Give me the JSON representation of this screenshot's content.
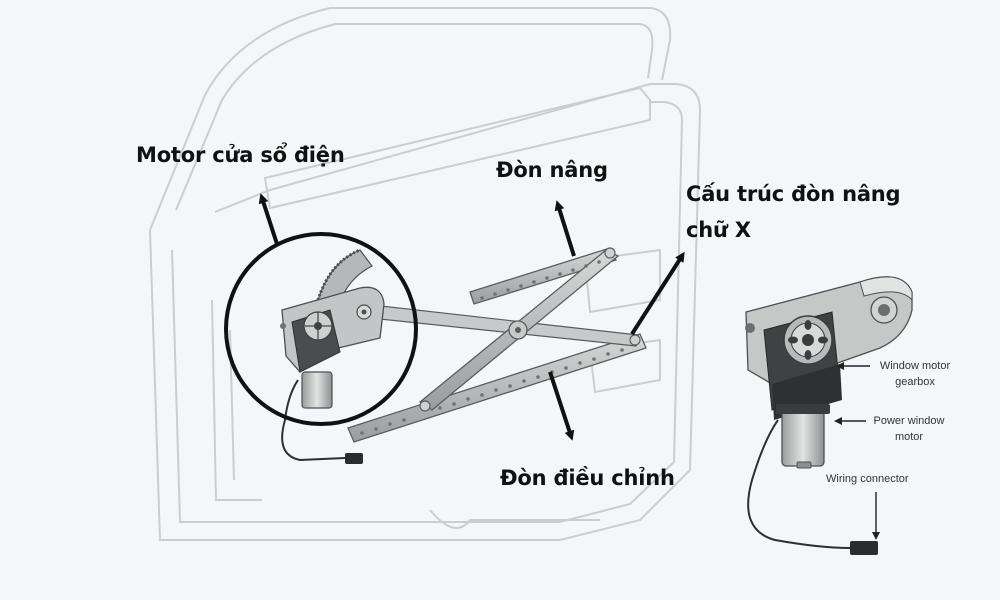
{
  "labels": {
    "motor": "Motor cửa sổ điện",
    "lift_arm": "Đòn nâng",
    "x_scissor_line1": "Cấu trúc đòn nâng",
    "x_scissor_line2": "chữ X",
    "adjust_arm": "Đòn điều chỉnh"
  },
  "detail_labels": {
    "gearbox_line1": "Window motor",
    "gearbox_line2": "gearbox",
    "motor_line1": "Power window",
    "motor_line2": "motor",
    "connector": "Wiring connector"
  },
  "colors": {
    "background": "#f3f7fa",
    "door_outline": "#c9ced3",
    "metal": "#b9bcbc",
    "metal_dark": "#5a5d5e",
    "arrow": "#111111"
  }
}
